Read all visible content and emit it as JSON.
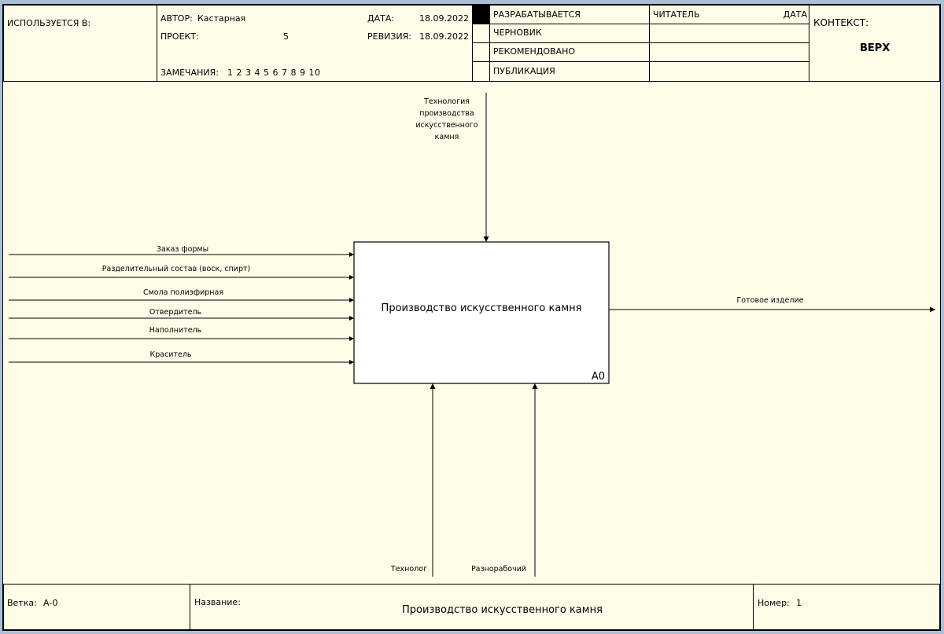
{
  "header": {
    "used_in_label": "ИСПОЛЬЗУЕТСЯ В:",
    "author_label": "АВТОР:",
    "author_value": "Кастарная",
    "project_label": "ПРОЕКТ:",
    "project_value": "5",
    "notes_label": "ЗАМЕЧАНИЯ:",
    "notes_value": "1 2 3 4 5 6 7 8 9 10",
    "date_label": "ДАТА:",
    "date_value": "18.09.2022",
    "revision_label": "РЕВИЗИЯ:",
    "revision_value": "18.09.2022",
    "status": [
      "РАЗРАБАТЫВАЕТСЯ",
      "ЧЕРНОВИК",
      "РЕКОМЕНДОВАНО",
      "ПУБЛИКАЦИЯ"
    ],
    "reader_label": "ЧИТАТЕЛЬ",
    "reader_date_label": "ДАТА",
    "context_label": "КОНТЕКСТ:",
    "context_value": "ВЕРХ"
  },
  "diagram": {
    "box_label": "Производство искусственного камня",
    "box_id": "A0",
    "inputs": [
      "Заказ формы",
      "Разделительный состав (воск, спирт)",
      "Смола полиэфирная",
      "Отвердитель",
      "Наполнитель",
      "Краситель"
    ],
    "control": [
      "Технология",
      "производства",
      "искусственного",
      "камня"
    ],
    "output": "Готовое изделие",
    "mechanisms": [
      "Технолог",
      "Разнорабочий"
    ]
  },
  "footer": {
    "node_label": "Ветка:",
    "node_value": "А-0",
    "title_label": "Название:",
    "title_value": "Производство искусственного камня",
    "number_label": "Номер:",
    "number_value": "1"
  }
}
